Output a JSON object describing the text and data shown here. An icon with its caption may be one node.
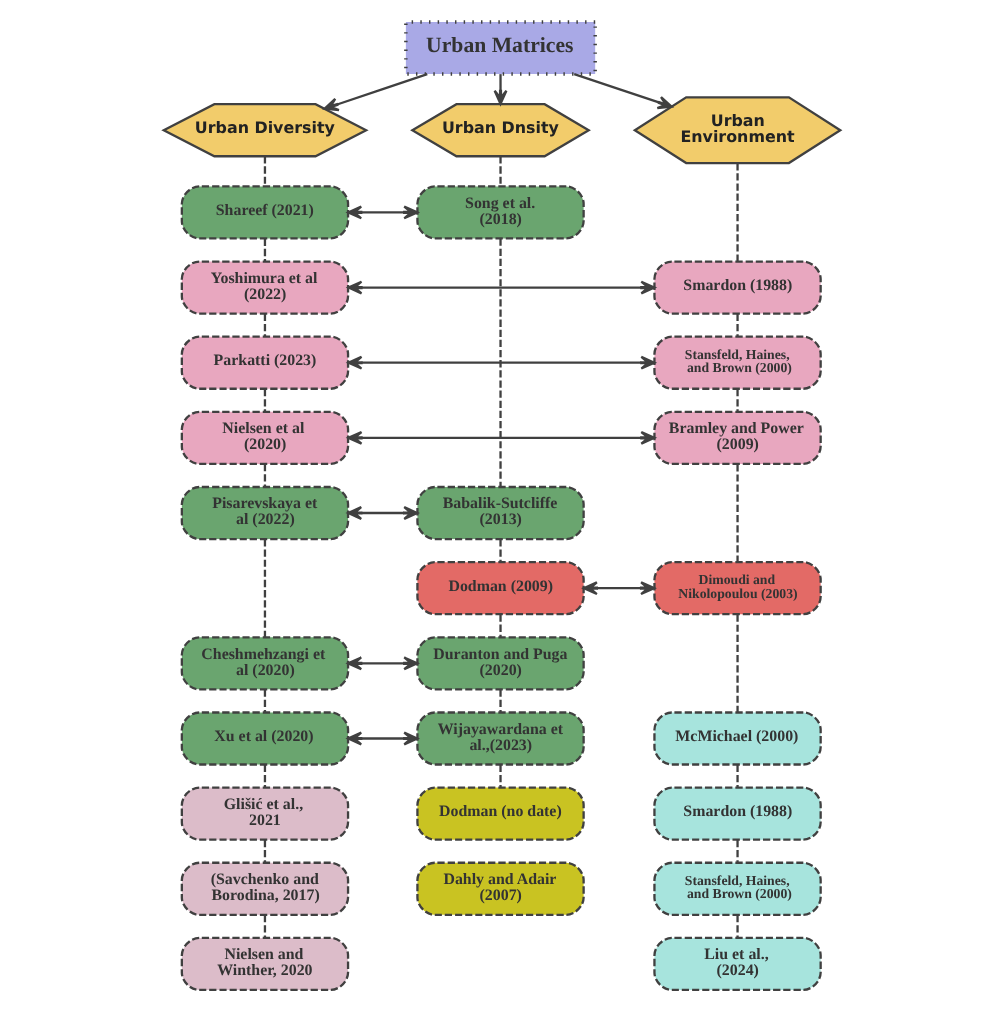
{
  "diagram": {
    "nodes": [
      {
        "text": [
          "Urban Matrices"
        ]
      },
      {
        "text": [
          "Urban Diversity"
        ]
      },
      {
        "text": [
          "Urban Dnsity"
        ]
      },
      {
        "text": [
          "Urban Environment"
        ]
      },
      {
        "text": [
          "Shareef (2021)"
        ]
      },
      {
        "text": [
          "Yoshimura et al (2022)"
        ]
      },
      {
        "text": [
          "Parkatti (2023)"
        ]
      },
      {
        "text": [
          "Nielsen et al (2020)"
        ]
      },
      {
        "text": [
          "Pisarevskaya et al (2022)"
        ]
      },
      {
        "text": [
          "Cheshmehzangi et al (2020)"
        ]
      },
      {
        "text": [
          "Xu et al (2020)"
        ]
      },
      {
        "text": [
          "Glišić et al., 2021"
        ]
      },
      {
        "text": [
          "(Savchenko and Borodina, 2017)"
        ]
      },
      {
        "text": [
          "Nielsen and Winther, 2020"
        ]
      },
      {
        "text": [
          "Song et al. (2018)"
        ]
      },
      {
        "text": [
          "Babalik-Sutcliffe (2013)"
        ]
      },
      {
        "text": [
          "Dodman (2009)"
        ]
      },
      {
        "text": [
          "Duranton and Puga (2020)"
        ]
      },
      {
        "text": [
          "Wijayawardana et al.,(2023)"
        ]
      },
      {
        "text": [
          "Dodman (no date)"
        ]
      },
      {
        "text": [
          "Dahly and Adair (2007)"
        ]
      },
      {
        "text": [
          "Smardon (1988)"
        ]
      },
      {
        "text": [
          "Stansfeld, Haines, and Brown (2000)"
        ]
      },
      {
        "text": [
          "Bramley and Power (2009)"
        ]
      },
      {
        "text": [
          "Dimoudi and Nikolopoulou (2003)"
        ]
      },
      {
        "text": [
          "McMichael (2000)"
        ]
      },
      {
        "text": [
          "Smardon (1988)"
        ]
      },
      {
        "text": [
          "Stansfeld, Haines, and Brown (2000)"
        ]
      },
      {
        "text": [
          "Liu et al., (2024)"
        ]
      }
    ],
    "edges": [
      {
        "from": 0,
        "to": 1,
        "arrow": "to"
      },
      {
        "from": 0,
        "to": 2,
        "arrow": "to"
      },
      {
        "from": 0,
        "to": 3,
        "arrow": "to"
      },
      {
        "from": 1,
        "to": 4,
        "arrow": "none",
        "style": "dashed"
      },
      {
        "from": 4,
        "to": 5,
        "arrow": "none",
        "style": "dashed"
      },
      {
        "from": 5,
        "to": 6,
        "arrow": "none",
        "style": "dashed"
      },
      {
        "from": 6,
        "to": 7,
        "arrow": "none",
        "style": "dashed"
      },
      {
        "from": 7,
        "to": 8,
        "arrow": "none",
        "style": "dashed"
      },
      {
        "from": 8,
        "to": 9,
        "arrow": "none",
        "style": "dashed"
      },
      {
        "from": 9,
        "to": 10,
        "arrow": "none",
        "style": "dashed"
      },
      {
        "from": 10,
        "to": 11,
        "arrow": "none",
        "style": "dashed"
      },
      {
        "from": 11,
        "to": 12,
        "arrow": "none",
        "style": "dashed"
      },
      {
        "from": 12,
        "to": 13,
        "arrow": "none",
        "style": "dashed"
      },
      {
        "from": 2,
        "to": 14,
        "arrow": "none",
        "style": "dashed"
      },
      {
        "from": 14,
        "to": 15,
        "arrow": "none",
        "style": "dashed"
      },
      {
        "from": 15,
        "to": 16,
        "arrow": "none",
        "style": "dashed"
      },
      {
        "from": 16,
        "to": 17,
        "arrow": "none",
        "style": "dashed"
      },
      {
        "from": 17,
        "to": 18,
        "arrow": "none",
        "style": "dashed"
      },
      {
        "from": 18,
        "to": 19,
        "arrow": "none",
        "style": "dashed"
      },
      {
        "from": 3,
        "to": 21,
        "arrow": "none",
        "style": "dashed"
      },
      {
        "from": 21,
        "to": 22,
        "arrow": "none",
        "style": "dashed"
      },
      {
        "from": 22,
        "to": 23,
        "arrow": "none",
        "style": "dashed"
      },
      {
        "from": 23,
        "to": 24,
        "arrow": "none",
        "style": "dashed"
      },
      {
        "from": 24,
        "to": 25,
        "arrow": "none",
        "style": "dashed"
      },
      {
        "from": 25,
        "to": 26,
        "arrow": "none",
        "style": "dashed"
      },
      {
        "from": 26,
        "to": 27,
        "arrow": "none",
        "style": "dashed"
      },
      {
        "from": 27,
        "to": 28,
        "arrow": "none",
        "style": "dashed"
      },
      {
        "from": 4,
        "to": 14,
        "arrow": "both"
      },
      {
        "from": 5,
        "to": 21,
        "arrow": "both"
      },
      {
        "from": 6,
        "to": 22,
        "arrow": "both"
      },
      {
        "from": 7,
        "to": 23,
        "arrow": "both"
      },
      {
        "from": 8,
        "to": 15,
        "arrow": "both"
      },
      {
        "from": 16,
        "to": 24,
        "arrow": "both"
      },
      {
        "from": 9,
        "to": 17,
        "arrow": "both"
      },
      {
        "from": 10,
        "to": 18,
        "arrow": "both"
      }
    ]
  }
}
